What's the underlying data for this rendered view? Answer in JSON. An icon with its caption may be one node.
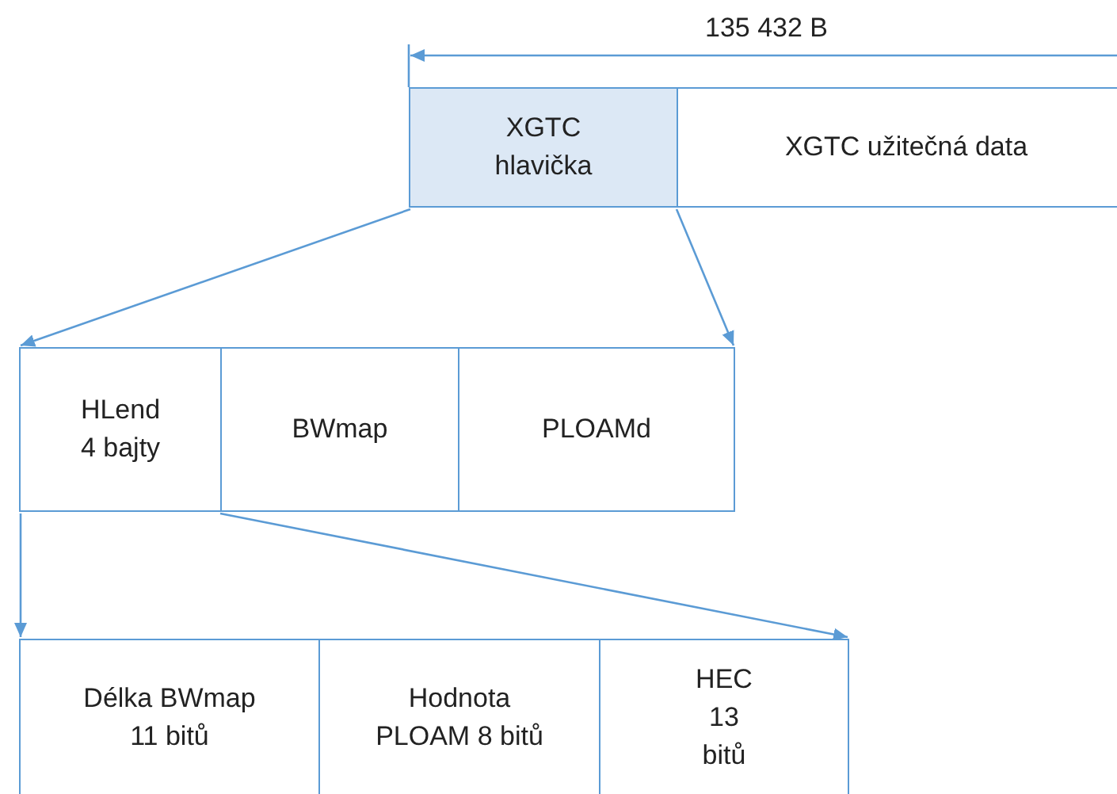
{
  "diagram": {
    "nodes": [
      {
        "text": [
          "XGTC hlavička"
        ]
      },
      {
        "text": [
          "XGTC užitečná data"
        ]
      },
      {
        "text": [
          "HLend 4 bajty"
        ]
      },
      {
        "text": [
          "BWmap"
        ]
      },
      {
        "text": [
          "PLOAMd"
        ]
      },
      {
        "text": [
          "Délka BWmap 11 bitů"
        ]
      },
      {
        "text": [
          "Hodnota PLOAM 8 bitů"
        ]
      },
      {
        "text": [
          "HEC 13 bitů"
        ]
      }
    ],
    "edges": [
      {
        "from": 0,
        "to": 2,
        "arrow": "to"
      },
      {
        "from": 0,
        "to": 4,
        "arrow": "to"
      },
      {
        "from": 2,
        "to": 5,
        "arrow": "to"
      },
      {
        "from": 2,
        "to": 7,
        "arrow": "to"
      }
    ],
    "labels": [
      "135 432 B"
    ]
  }
}
